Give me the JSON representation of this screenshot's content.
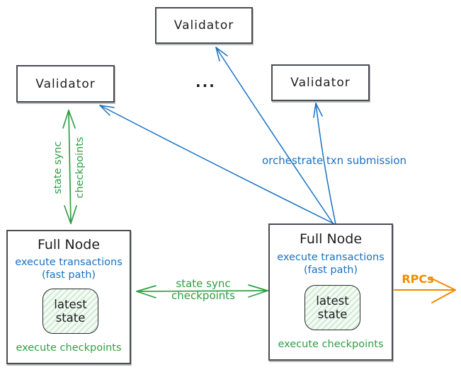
{
  "validators": {
    "top": "Validator",
    "left": "Validator",
    "right": "Validator",
    "more_indicator": "..."
  },
  "full_nodes": {
    "left": {
      "title": "Full Node",
      "exec_line1": "execute transactions",
      "exec_line2": "(fast path)",
      "state_line1": "latest",
      "state_line2": "state",
      "checkpoints": "execute checkpoints"
    },
    "right": {
      "title": "Full Node",
      "exec_line1": "execute transactions",
      "exec_line2": "(fast path)",
      "state_line1": "latest",
      "state_line2": "state",
      "checkpoints": "execute checkpoints"
    }
  },
  "edges": {
    "state_sync_vertical": {
      "line1": "state sync",
      "line2": "checkpoints",
      "direction": "bidirectional",
      "color": "#2f9e44"
    },
    "state_sync_horizontal": {
      "line1": "state sync",
      "line2": "checkpoints",
      "direction": "bidirectional",
      "color": "#2f9e44"
    },
    "txn_submission": {
      "label": "orchestrate txn submission",
      "direction": "full-node-right to validators",
      "color": "#1971c2"
    },
    "rpcs": {
      "label": "RPCs",
      "direction": "full-node-right to external",
      "color": "#f08c00"
    }
  },
  "colors": {
    "green": "#2f9e44",
    "blue": "#1971c2",
    "orange": "#f08c00",
    "ink": "#1e1e1e",
    "box_border": "#494c52"
  }
}
